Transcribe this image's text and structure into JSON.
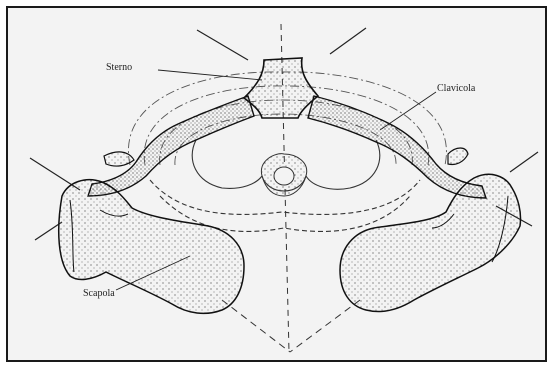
{
  "figure": {
    "labels": {
      "sterno": "Sterno",
      "clavicola": "Clavicola",
      "scapola": "Scapola"
    }
  }
}
